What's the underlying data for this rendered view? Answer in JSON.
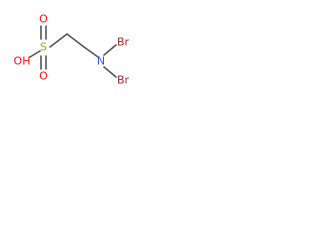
{
  "molecule": {
    "atoms": {
      "sulfur": "S",
      "oxygen_top": "O",
      "oxygen_bottom": "O",
      "hydroxyl": "OH",
      "nitrogen": "N",
      "bromine_top": "Br",
      "bromine_bottom": "Br"
    },
    "colors": {
      "bond": "#555555",
      "sulfur": "#b8a000",
      "oxygen": "#ff0d0d",
      "nitrogen": "#3050f8",
      "bromine": "#a62929"
    }
  }
}
